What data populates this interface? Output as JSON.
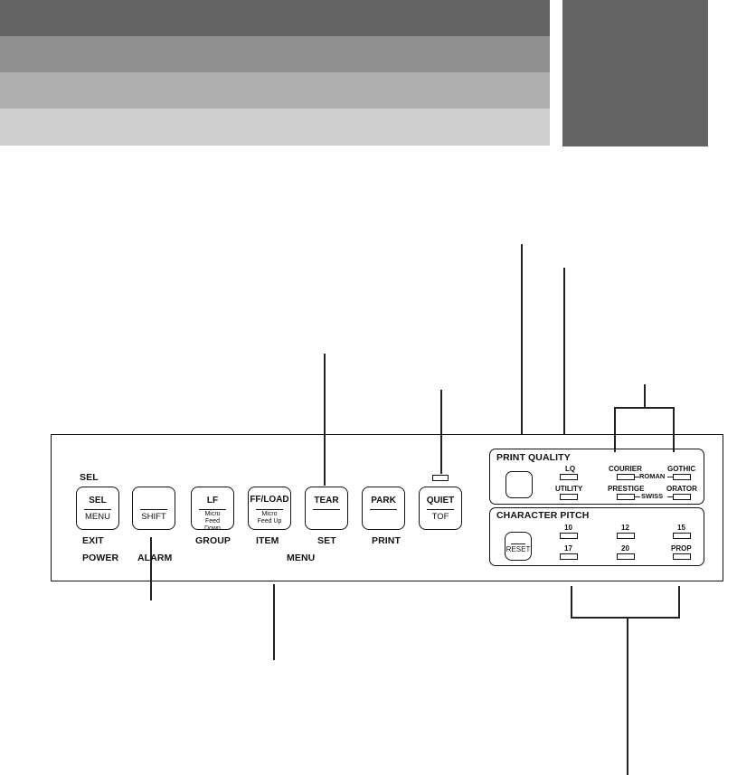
{
  "colors": {
    "stripe1": "#646464",
    "stripe2": "#8f8f8f",
    "stripe3": "#afafaf",
    "stripe4": "#cfcfcf",
    "side_block": "#646464"
  },
  "panel": {
    "upper_labels": {
      "sel": "SEL"
    },
    "keys": {
      "sel": {
        "top": "SEL",
        "bottom": "MENU"
      },
      "shift": {
        "top": "",
        "bottom": "SHIFT"
      },
      "lf": {
        "top": "LF",
        "bottom": "Micro Feed Down"
      },
      "ffload": {
        "top": "FF/LOAD",
        "bottom": "Micro Feed Up"
      },
      "tear": {
        "top": "TEAR",
        "bottom": ""
      },
      "park": {
        "top": "PARK",
        "bottom": ""
      },
      "quiet": {
        "top": "QUIET",
        "bottom": "TOF"
      }
    },
    "lower_labels": {
      "exit": "EXIT",
      "power": "POWER",
      "alarm": "ALARM",
      "group": "GROUP",
      "item": "ITEM",
      "menu": "MENU",
      "set": "SET",
      "print": "PRINT"
    },
    "print_quality": {
      "title": "PRINT QUALITY",
      "lq": "LQ",
      "utility": "UTILITY",
      "courier": "COURIER",
      "gothic": "GOTHIC",
      "roman": "ROMAN",
      "prestige": "PRESTIGE",
      "orator": "ORATOR",
      "swiss": "SWISS"
    },
    "character_pitch": {
      "title": "CHARACTER PITCH",
      "reset": "RESET",
      "p10": "10",
      "p12": "12",
      "p15": "15",
      "p17": "17",
      "p20": "20",
      "prop": "PROP"
    }
  }
}
